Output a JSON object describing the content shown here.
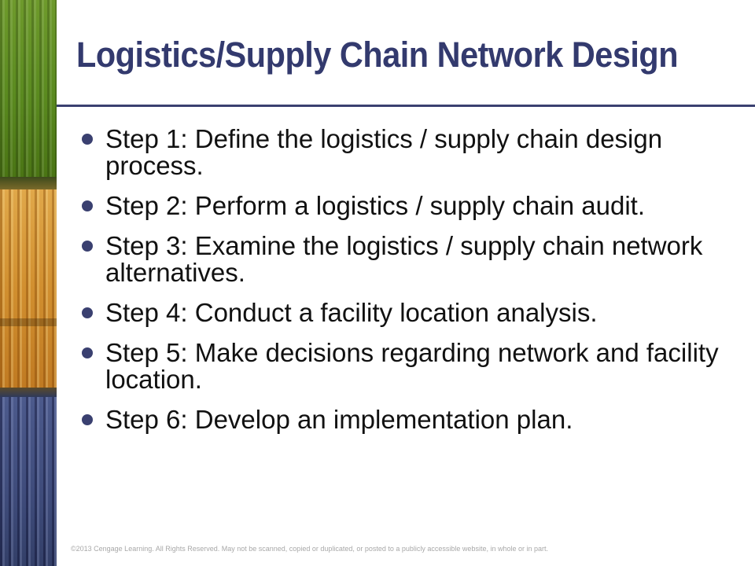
{
  "slide": {
    "title": "Logistics/Supply Chain Network Design",
    "bullets": [
      "Step 1:  Define the logistics / supply chain design process.",
      "Step 2:  Perform a logistics / supply chain audit.",
      "Step 3:  Examine the logistics / supply chain network alternatives.",
      "Step 4:  Conduct a facility location analysis.",
      "Step 5:  Make decisions regarding network and facility location.",
      "Step 6:  Develop an implementation plan."
    ],
    "footer": "©2013 Cengage Learning. All Rights Reserved. May not be scanned, copied or duplicated, or posted to a publicly accessible website, in whole or in part."
  },
  "colors": {
    "title": "#333a6e",
    "rule": "#3a4070",
    "bullet_dot": "#3a4070",
    "text": "#111111",
    "footer": "#a8a8a8",
    "strip_green": "#5a8a1f",
    "strip_orange": "#d18f2f",
    "strip_blue": "#3e4b7a"
  }
}
